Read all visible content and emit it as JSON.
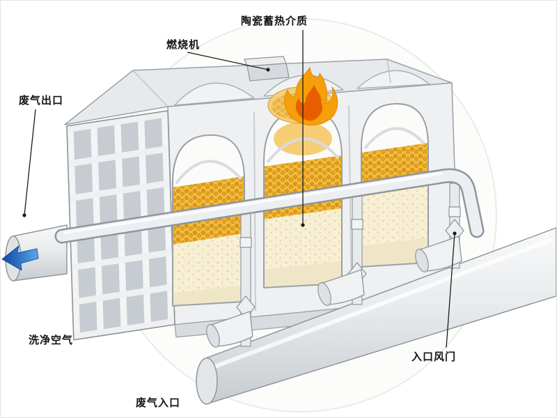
{
  "labels": {
    "ceramic_media": "陶瓷蓄热介质",
    "burner": "燃烧机",
    "exhaust_outlet": "废气出口",
    "clean_air": "洗净空气",
    "exhaust_inlet": "废气入口",
    "inlet_damper": "入口风门"
  },
  "colors": {
    "ceramic_media_gold": "#f0b42c",
    "flame_orange": "#f59f0a",
    "flame_core": "#e65100",
    "clean_air_arrow_blue": "#1666c8",
    "pipe_gray": "#eceff1",
    "outline_gray": "#9aa0a6"
  }
}
